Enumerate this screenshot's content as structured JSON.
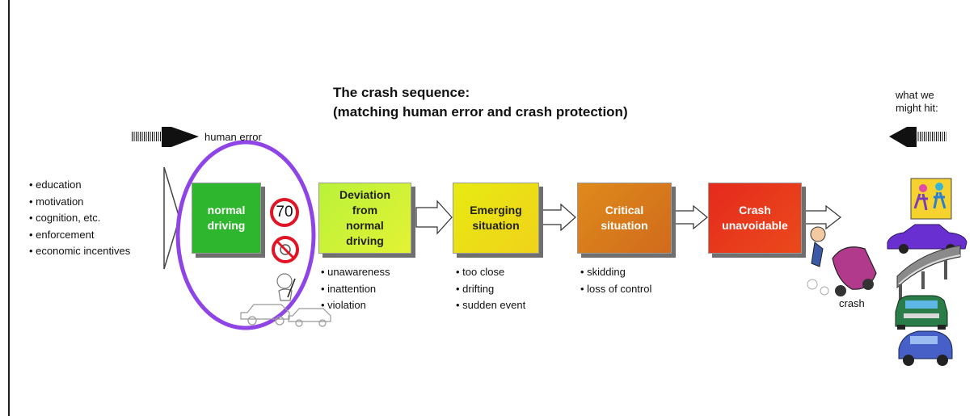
{
  "title_lines": [
    "The crash sequence:",
    "(matching human error and crash protection)"
  ],
  "human_error_label": "human error",
  "what_we_might_hit": [
    "what we",
    "might hit:"
  ],
  "influences": [
    "• education",
    "• motivation",
    "• cognition, etc.",
    "• enforcement",
    "• economic incentives"
  ],
  "stages": [
    {
      "label": [
        "normal",
        "driving"
      ],
      "color": "#2eb62e",
      "text_color": "#ffffff",
      "bullets": []
    },
    {
      "label": [
        "Deviation",
        "from",
        "normal",
        "driving"
      ],
      "color": "#b9f23a",
      "text_color": "#222222",
      "bullets": [
        "• unawareness",
        "• inattention",
        "• violation"
      ]
    },
    {
      "label": [
        "Emerging",
        "situation"
      ],
      "color": "#e7ea12",
      "text_color": "#222222",
      "bullets": [
        "• too close",
        "• drifting",
        "• sudden event"
      ]
    },
    {
      "label": [
        "Critical",
        "situation"
      ],
      "color": "#df8a1c",
      "text_color": "#ffffff",
      "bullets": [
        "• skidding",
        "• loss of control"
      ]
    },
    {
      "label": [
        "Crash",
        "unavoidable"
      ],
      "color": "#e52a1d",
      "text_color": "#ffffff",
      "bullets": []
    }
  ],
  "speed_sign": "70",
  "crash_label": "crash",
  "colors": {
    "highlight_ellipse": "#8f45e6",
    "arrow": "#111111"
  }
}
